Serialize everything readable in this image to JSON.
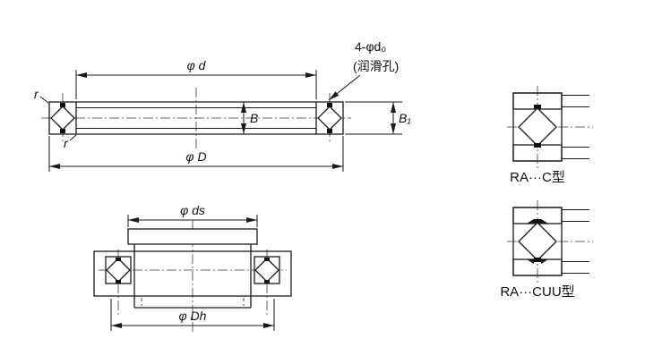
{
  "colors": {
    "line": "#1a1a1a",
    "gray": "#d2d2d2",
    "black_fill": "#111111",
    "background": "#ffffff"
  },
  "main_view": {
    "dim_phi_d": "φ d",
    "dim_phi_D": "φ D",
    "dim_B": "B",
    "dim_B1": "B₁",
    "lube_holes": "4-φd₀",
    "lube_holes_note": "(润滑孔)",
    "fillet_r_top": "r",
    "fillet_r_bottom": "r"
  },
  "mount_view": {
    "dim_phi_ds": "φ ds",
    "dim_phi_Dh": "φ Dh"
  },
  "details": [
    {
      "label": "RA···C型"
    },
    {
      "label": "RA···CUU型"
    }
  ]
}
